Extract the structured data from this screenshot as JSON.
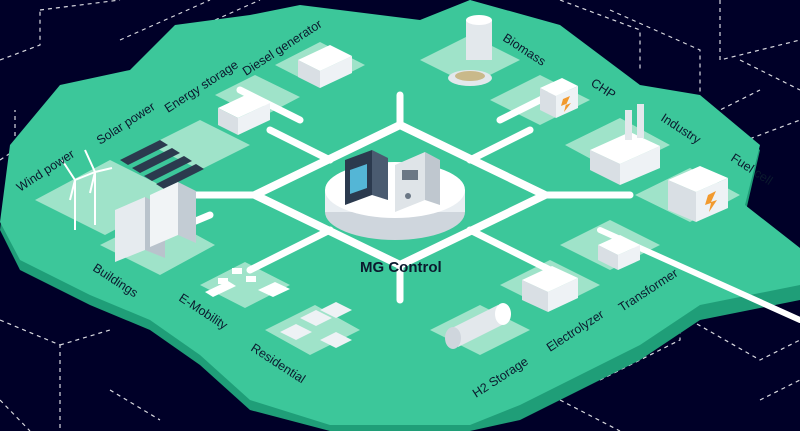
{
  "diagram": {
    "center_label": "MG Control",
    "components": {
      "wind_power": "Wind power",
      "solar_power": "Solar power",
      "energy_storage": "Energy storage",
      "diesel_generator": "Diesel generator",
      "biomass": "Biomass",
      "chp": "CHP",
      "industry": "Industry",
      "fuel_cell": "Fuel cell",
      "transformer": "Transformer",
      "electrolyzer": "Electrolyzer",
      "h2_storage": "H2 Storage",
      "residential": "Residential",
      "e_mobility": "E-Mobility",
      "buildings": "Buildings"
    }
  },
  "colors": {
    "background": "#000028",
    "land": "#3cc79a",
    "land_edge": "#1f9e78",
    "tile": "#9fe3c9",
    "road": "#ffffff",
    "label_text": "#0b1a2e",
    "dashed_lines": "#ffffff"
  }
}
